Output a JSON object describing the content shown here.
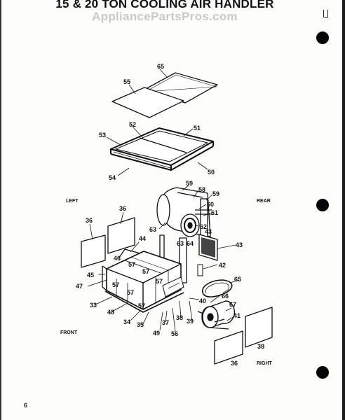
{
  "title": "15 & 20 TON COOLING AIR HANDLER",
  "watermark": "AppliancePartsPros.com",
  "page_number": "6",
  "orientation": {
    "left": "LEFT",
    "rear": "REAR",
    "front": "FRONT",
    "right": "RIGHT"
  },
  "part_labels": [
    {
      "id": "p65a",
      "text": "65"
    },
    {
      "id": "p55",
      "text": "55"
    },
    {
      "id": "p52",
      "text": "52"
    },
    {
      "id": "p51",
      "text": "51"
    },
    {
      "id": "p53",
      "text": "53"
    },
    {
      "id": "p50",
      "text": "50"
    },
    {
      "id": "p54",
      "text": "54"
    },
    {
      "id": "p59a",
      "text": "59"
    },
    {
      "id": "p58",
      "text": "58"
    },
    {
      "id": "p59b",
      "text": "59"
    },
    {
      "id": "p60",
      "text": "60"
    },
    {
      "id": "p61",
      "text": "61"
    },
    {
      "id": "p62",
      "text": "62"
    },
    {
      "id": "p63a",
      "text": "63"
    },
    {
      "id": "p63b",
      "text": "63"
    },
    {
      "id": "p64",
      "text": "64"
    },
    {
      "id": "p43a",
      "text": "43"
    },
    {
      "id": "p43b",
      "text": "43"
    },
    {
      "id": "p42",
      "text": "42"
    },
    {
      "id": "p36a",
      "text": "36"
    },
    {
      "id": "p36b",
      "text": "36"
    },
    {
      "id": "p44",
      "text": "44"
    },
    {
      "id": "p46",
      "text": "46"
    },
    {
      "id": "p45",
      "text": "45"
    },
    {
      "id": "p47",
      "text": "47"
    },
    {
      "id": "p57a",
      "text": "57"
    },
    {
      "id": "p57b",
      "text": "57"
    },
    {
      "id": "p57c",
      "text": "57"
    },
    {
      "id": "p57d",
      "text": "57"
    },
    {
      "id": "p57e",
      "text": "57"
    },
    {
      "id": "p57f",
      "text": "57"
    },
    {
      "id": "p33",
      "text": "33"
    },
    {
      "id": "p48",
      "text": "48"
    },
    {
      "id": "p34",
      "text": "34"
    },
    {
      "id": "p35",
      "text": "35"
    },
    {
      "id": "p37",
      "text": "37"
    },
    {
      "id": "p38",
      "text": "38"
    },
    {
      "id": "p39",
      "text": "39"
    },
    {
      "id": "p40",
      "text": "40"
    },
    {
      "id": "p49",
      "text": "49"
    },
    {
      "id": "p56",
      "text": "56"
    },
    {
      "id": "p65b",
      "text": "65"
    },
    {
      "id": "p66",
      "text": "66"
    },
    {
      "id": "p67",
      "text": "67"
    },
    {
      "id": "p41",
      "text": "41"
    },
    {
      "id": "p38b",
      "text": "38"
    },
    {
      "id": "p36c",
      "text": "36"
    }
  ]
}
